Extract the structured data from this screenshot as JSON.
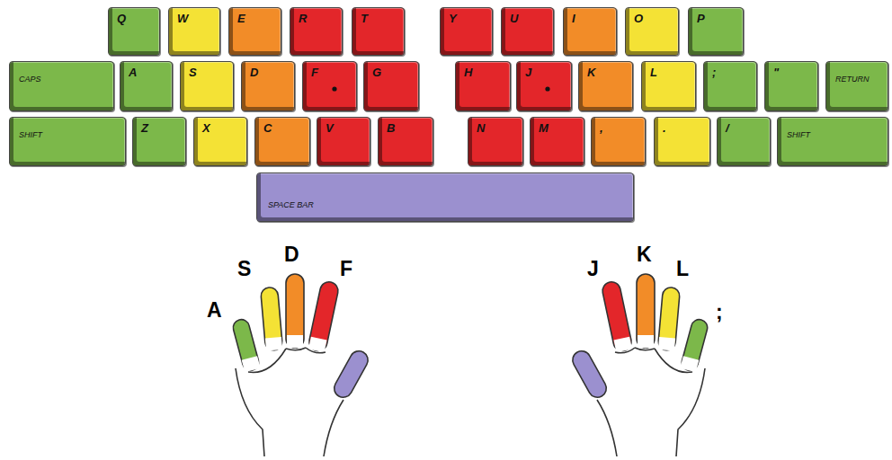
{
  "diagram": {
    "nodes": [
      {
        "text": [
          "Q"
        ]
      },
      {
        "text": [
          "W"
        ]
      },
      {
        "text": [
          "E"
        ]
      },
      {
        "text": [
          "R"
        ]
      },
      {
        "text": [
          "T"
        ]
      },
      {
        "text": [
          "Y"
        ]
      },
      {
        "text": [
          "U"
        ]
      },
      {
        "text": [
          "I"
        ]
      },
      {
        "text": [
          "O"
        ]
      },
      {
        "text": [
          "P"
        ]
      },
      {
        "text": [
          "CAPS"
        ]
      },
      {
        "text": [
          "A"
        ]
      },
      {
        "text": [
          "S"
        ]
      },
      {
        "text": [
          "D"
        ]
      },
      {
        "text": [
          "F"
        ]
      },
      {
        "text": [
          "G"
        ]
      },
      {
        "text": [
          "H"
        ]
      },
      {
        "text": [
          "J"
        ]
      },
      {
        "text": [
          "K"
        ]
      },
      {
        "text": [
          "L"
        ]
      },
      {
        "text": [
          ";"
        ]
      },
      {
        "text": [
          "\""
        ]
      },
      {
        "text": [
          "RETURN"
        ]
      },
      {
        "text": [
          "SHIFT"
        ]
      },
      {
        "text": [
          "Z"
        ]
      },
      {
        "text": [
          "X"
        ]
      },
      {
        "text": [
          "C"
        ]
      },
      {
        "text": [
          "V"
        ]
      },
      {
        "text": [
          "B"
        ]
      },
      {
        "text": [
          "N"
        ]
      },
      {
        "text": [
          "M"
        ]
      },
      {
        "text": [
          ","
        ]
      },
      {
        "text": [
          "."
        ]
      },
      {
        "text": [
          "/"
        ]
      },
      {
        "text": [
          "SHIFT"
        ]
      },
      {
        "text": [
          "SPACE BAR"
        ]
      }
    ],
    "labels": [
      "A",
      "S",
      "D",
      "F",
      "J",
      "K",
      "L",
      ";"
    ]
  }
}
